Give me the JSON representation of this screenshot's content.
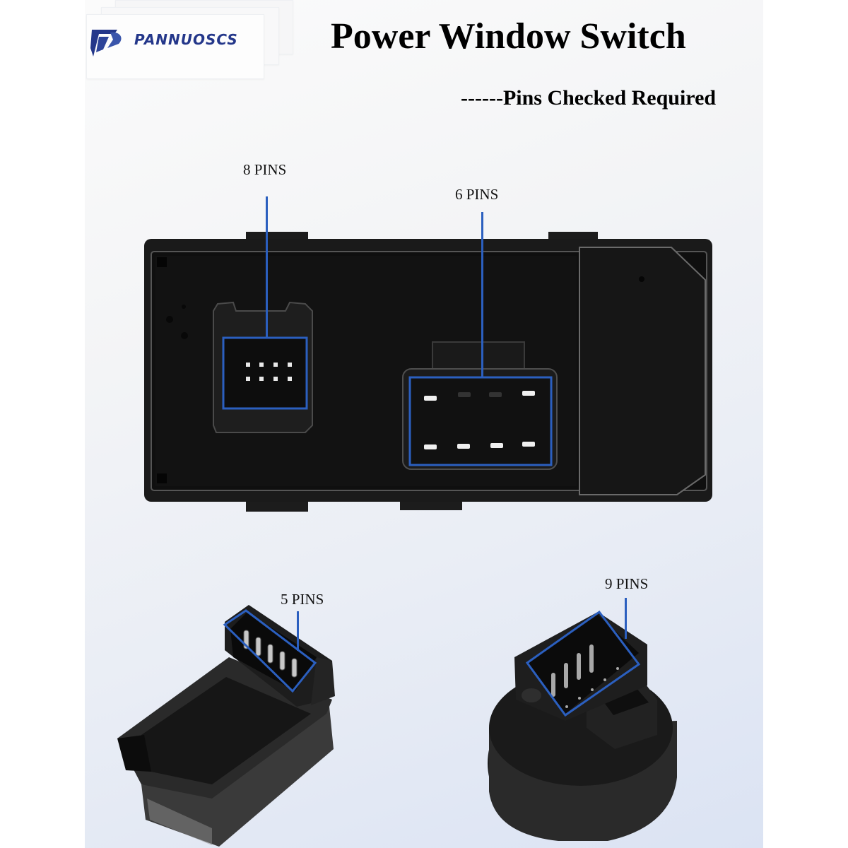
{
  "brand": {
    "name": "PANNUOSCS",
    "logo_icon": "pannuoscs-logo-icon",
    "color": "#24378a"
  },
  "header": {
    "title": "Power Window Switch",
    "subtitle": "------Pins Checked Required"
  },
  "callouts": [
    {
      "label": "8 PINS",
      "connector": "main-switch-left-connector"
    },
    {
      "label": "6 PINS",
      "connector": "main-switch-right-connector"
    },
    {
      "label": "5 PINS",
      "connector": "small-rocker-switch-connector"
    },
    {
      "label": "9 PINS",
      "connector": "mirror-switch-connector"
    }
  ],
  "colors": {
    "highlight": "#2b5fbf",
    "housing": "#141414",
    "background_top": "#fbfbfb",
    "background_bottom": "#dbe3f3"
  }
}
